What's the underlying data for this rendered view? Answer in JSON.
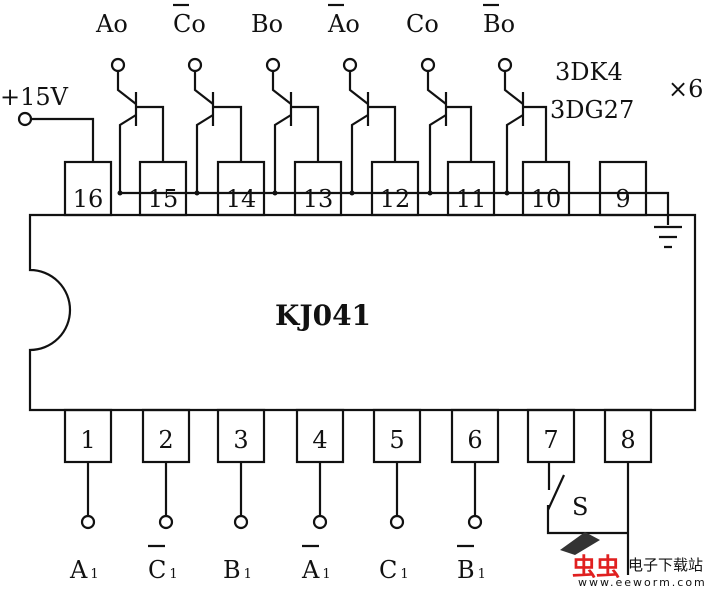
{
  "chip": {
    "name": "KJ041"
  },
  "supply": {
    "label": "+15V"
  },
  "transistor": {
    "type1": "3DK4",
    "type2": "3DG27",
    "count": "×6"
  },
  "top_pins": [
    "16",
    "15",
    "14",
    "13",
    "12",
    "11",
    "10",
    "9"
  ],
  "bottom_pins": [
    "1",
    "2",
    "3",
    "4",
    "5",
    "6",
    "7",
    "8"
  ],
  "outputs": [
    {
      "letter": "A",
      "sub": "o",
      "overbar": false
    },
    {
      "letter": "C",
      "sub": "o",
      "overbar": true
    },
    {
      "letter": "B",
      "sub": "o",
      "overbar": false
    },
    {
      "letter": "A",
      "sub": "o",
      "overbar": true
    },
    {
      "letter": "C",
      "sub": "o",
      "overbar": false
    },
    {
      "letter": "B",
      "sub": "o",
      "overbar": true
    }
  ],
  "inputs": [
    {
      "letter": "A",
      "sub": "1",
      "overbar": false
    },
    {
      "letter": "C",
      "sub": "1",
      "overbar": true
    },
    {
      "letter": "B",
      "sub": "1",
      "overbar": false
    },
    {
      "letter": "A",
      "sub": "1",
      "overbar": true
    },
    {
      "letter": "C",
      "sub": "1",
      "overbar": false
    },
    {
      "letter": "B",
      "sub": "1",
      "overbar": true
    }
  ],
  "switch": {
    "label": "S"
  },
  "watermark": {
    "logo": "虫虫",
    "text": "电子下载站",
    "url": "www.eeworm.com",
    "logo_color": "#e02020"
  }
}
